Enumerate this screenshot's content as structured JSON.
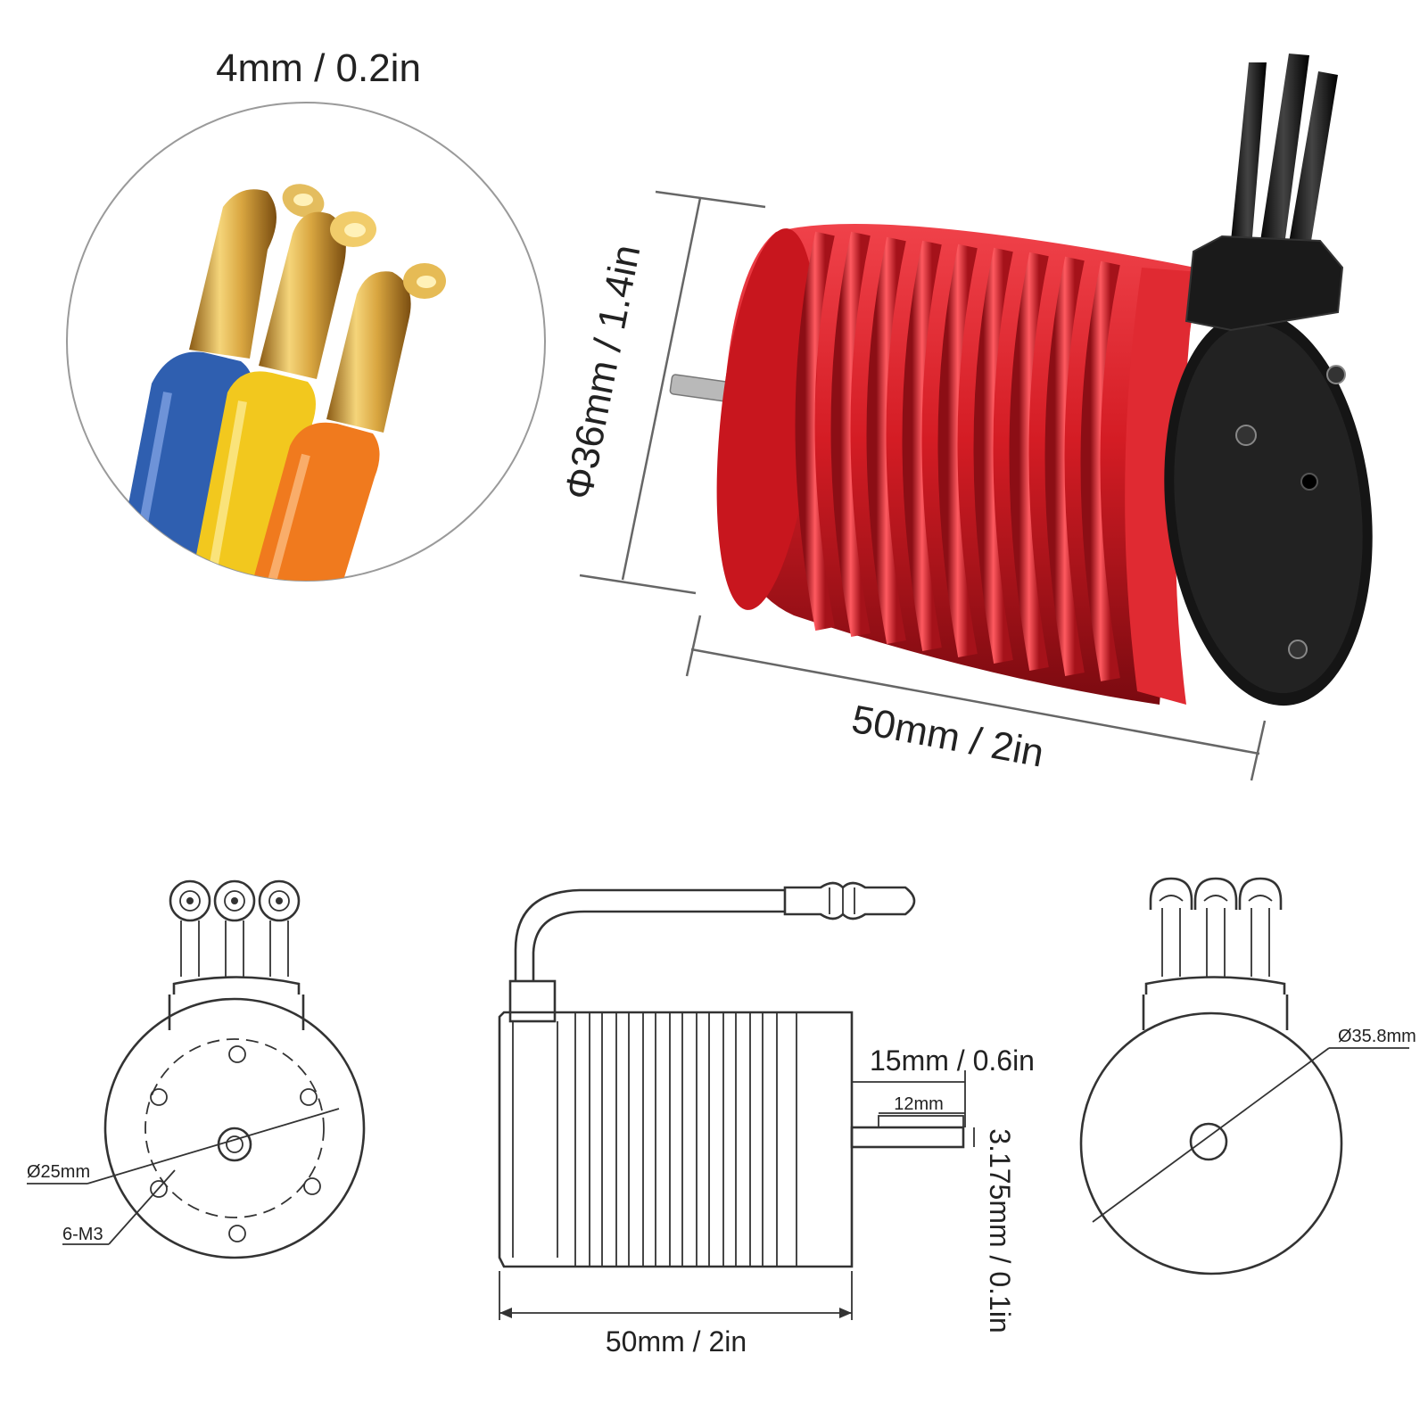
{
  "photo": {
    "connector_size": "4mm / 0.2in",
    "diameter": "Φ36mm / 1.4in",
    "length": "50mm / 2in"
  },
  "drawing": {
    "hole_circle": "Ø25mm",
    "screw_holes": "6-M3",
    "side_length": "50mm / 2in",
    "shaft_length": "15mm / 0.6in",
    "shaft_inner": "12mm",
    "shaft_diameter": "3.175mm / 0.1in",
    "body_diameter": "Ø35.8mm"
  },
  "colors": {
    "can_red": "#d41c24",
    "can_dark": "#7a0a10",
    "endcap_black": "#151515",
    "gold": "#d4a443",
    "wire_blue": "#2f5fb0",
    "wire_yellow": "#f2c81e",
    "wire_orange": "#f07a1e"
  }
}
